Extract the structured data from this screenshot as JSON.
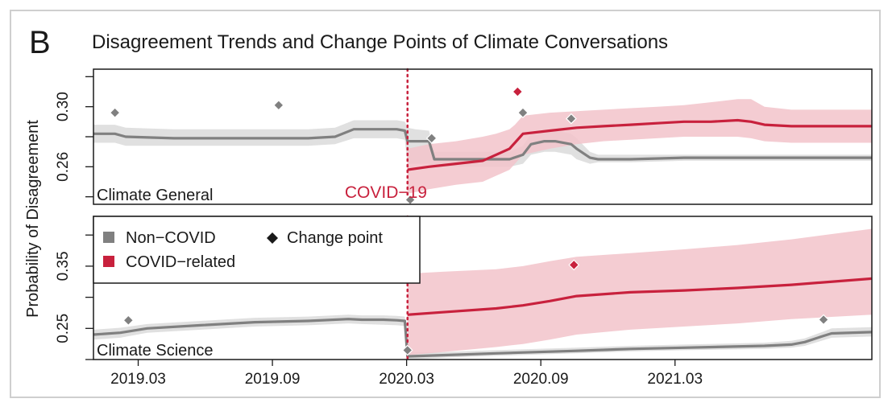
{
  "panel_letter": "B",
  "title": "Disagreement Trends and Change Points of Climate Conversations",
  "ylabel": "Probability of Disagreement",
  "event_label": "COVID−19",
  "legend": {
    "non_covid": "Non−COVID",
    "covid": "COVID−related",
    "change_point": "Change point"
  },
  "x_ticks": [
    "2019.03",
    "2019.09",
    "2020.03",
    "2020.09",
    "2021.03"
  ],
  "colors": {
    "non_covid": "#808080",
    "non_covid_band": "#dddddd",
    "covid": "#c8213d",
    "covid_band": "#f2c3ca",
    "event_line": "#c8213d"
  },
  "chart_data": [
    {
      "type": "line",
      "panel_label": "Climate General",
      "xlim": [
        2019.0,
        2021.9
      ],
      "ylim": [
        0.235,
        0.325
      ],
      "y_ticks": [
        0.26,
        0.3
      ],
      "y_ticklabels": [
        "0.26",
        "0.30"
      ],
      "event_x": 2020.17,
      "series": [
        {
          "key": "non_covid",
          "x": [
            2019.0,
            2019.08,
            2019.12,
            2019.3,
            2019.6,
            2019.8,
            2019.9,
            2019.97,
            2020.05,
            2020.13,
            2020.16,
            2020.17,
            2020.2,
            2020.25,
            2020.27,
            2020.35,
            2020.45,
            2020.55,
            2020.6,
            2020.63,
            2020.68,
            2020.72,
            2020.78,
            2020.8,
            2020.85,
            2020.88,
            2021.0,
            2021.2,
            2021.5,
            2021.9
          ],
          "y": [
            0.282,
            0.282,
            0.28,
            0.279,
            0.279,
            0.279,
            0.28,
            0.285,
            0.285,
            0.285,
            0.284,
            0.277,
            0.277,
            0.277,
            0.265,
            0.265,
            0.265,
            0.265,
            0.268,
            0.275,
            0.277,
            0.277,
            0.275,
            0.272,
            0.266,
            0.265,
            0.265,
            0.266,
            0.266,
            0.266
          ],
          "lower": [
            0.276,
            0.276,
            0.274,
            0.274,
            0.274,
            0.274,
            0.275,
            0.279,
            0.279,
            0.279,
            0.278,
            0.262,
            0.262,
            0.262,
            0.26,
            0.26,
            0.26,
            0.26,
            0.262,
            0.268,
            0.27,
            0.27,
            0.268,
            0.265,
            0.262,
            0.263,
            0.263,
            0.264,
            0.264,
            0.264
          ],
          "upper": [
            0.288,
            0.288,
            0.286,
            0.285,
            0.285,
            0.285,
            0.286,
            0.291,
            0.291,
            0.291,
            0.29,
            0.286,
            0.285,
            0.284,
            0.27,
            0.27,
            0.27,
            0.27,
            0.274,
            0.282,
            0.284,
            0.284,
            0.282,
            0.279,
            0.27,
            0.268,
            0.268,
            0.268,
            0.268,
            0.268
          ]
        },
        {
          "key": "covid",
          "x": [
            2020.17,
            2020.25,
            2020.35,
            2020.45,
            2020.5,
            2020.55,
            2020.57,
            2020.6,
            2020.7,
            2020.8,
            2020.9,
            2021.0,
            2021.1,
            2021.2,
            2021.3,
            2021.4,
            2021.45,
            2021.5,
            2021.6,
            2021.7,
            2021.9
          ],
          "y": [
            0.258,
            0.26,
            0.262,
            0.264,
            0.268,
            0.272,
            0.276,
            0.282,
            0.284,
            0.286,
            0.287,
            0.288,
            0.289,
            0.29,
            0.29,
            0.291,
            0.29,
            0.288,
            0.287,
            0.287,
            0.287
          ],
          "lower": [
            0.242,
            0.245,
            0.248,
            0.25,
            0.254,
            0.258,
            0.262,
            0.268,
            0.272,
            0.275,
            0.277,
            0.278,
            0.279,
            0.28,
            0.28,
            0.28,
            0.279,
            0.277,
            0.276,
            0.276,
            0.276
          ],
          "upper": [
            0.272,
            0.275,
            0.277,
            0.28,
            0.282,
            0.285,
            0.288,
            0.294,
            0.296,
            0.297,
            0.298,
            0.299,
            0.3,
            0.301,
            0.303,
            0.305,
            0.305,
            0.3,
            0.298,
            0.298,
            0.298
          ]
        }
      ],
      "change_points": [
        {
          "key": "non_covid",
          "x": 2019.08,
          "y": 0.296
        },
        {
          "key": "non_covid",
          "x": 2019.69,
          "y": 0.301
        },
        {
          "key": "non_covid",
          "x": 2020.18,
          "y": 0.238
        },
        {
          "key": "non_covid",
          "x": 2020.26,
          "y": 0.279
        },
        {
          "key": "non_covid",
          "x": 2020.6,
          "y": 0.296
        },
        {
          "key": "non_covid",
          "x": 2020.78,
          "y": 0.292
        },
        {
          "key": "covid",
          "x": 2020.58,
          "y": 0.31
        }
      ]
    },
    {
      "type": "line",
      "panel_label": "Climate Science",
      "xlim": [
        2019.0,
        2021.9
      ],
      "ylim": [
        0.2,
        0.43
      ],
      "y_ticks": [
        0.25,
        0.35
      ],
      "y_ticklabels": [
        "0.25",
        "0.35"
      ],
      "event_x": 2020.17,
      "series": [
        {
          "key": "non_covid",
          "x": [
            2019.0,
            2019.1,
            2019.2,
            2019.4,
            2019.6,
            2019.8,
            2019.95,
            2020.0,
            2020.08,
            2020.13,
            2020.16,
            2020.17,
            2020.3,
            2020.5,
            2020.8,
            2021.0,
            2021.2,
            2021.5,
            2021.6,
            2021.65,
            2021.72,
            2021.75,
            2021.9
          ],
          "y": [
            0.24,
            0.243,
            0.25,
            0.255,
            0.26,
            0.262,
            0.265,
            0.264,
            0.264,
            0.263,
            0.262,
            0.205,
            0.207,
            0.21,
            0.214,
            0.217,
            0.219,
            0.222,
            0.224,
            0.228,
            0.238,
            0.242,
            0.244
          ],
          "lower": [
            0.232,
            0.235,
            0.243,
            0.248,
            0.253,
            0.255,
            0.258,
            0.257,
            0.256,
            0.255,
            0.254,
            0.2,
            0.203,
            0.206,
            0.21,
            0.213,
            0.215,
            0.217,
            0.219,
            0.222,
            0.231,
            0.235,
            0.237
          ],
          "upper": [
            0.248,
            0.251,
            0.257,
            0.262,
            0.267,
            0.269,
            0.272,
            0.271,
            0.271,
            0.27,
            0.269,
            0.212,
            0.212,
            0.215,
            0.219,
            0.222,
            0.224,
            0.227,
            0.23,
            0.234,
            0.245,
            0.25,
            0.252
          ]
        },
        {
          "key": "covid",
          "x": [
            2020.17,
            2020.3,
            2020.5,
            2020.6,
            2020.7,
            2020.8,
            2021.0,
            2021.2,
            2021.4,
            2021.6,
            2021.9
          ],
          "y": [
            0.272,
            0.276,
            0.282,
            0.287,
            0.294,
            0.302,
            0.308,
            0.311,
            0.315,
            0.32,
            0.33
          ],
          "lower": [
            0.207,
            0.212,
            0.22,
            0.225,
            0.232,
            0.24,
            0.248,
            0.253,
            0.258,
            0.265,
            0.272
          ],
          "upper": [
            0.338,
            0.341,
            0.345,
            0.35,
            0.358,
            0.365,
            0.371,
            0.377,
            0.384,
            0.393,
            0.41
          ]
        }
      ],
      "change_points": [
        {
          "key": "non_covid",
          "x": 2019.13,
          "y": 0.263
        },
        {
          "key": "non_covid",
          "x": 2020.17,
          "y": 0.215
        },
        {
          "key": "non_covid",
          "x": 2021.72,
          "y": 0.264
        },
        {
          "key": "covid",
          "x": 2020.79,
          "y": 0.352
        }
      ]
    }
  ]
}
